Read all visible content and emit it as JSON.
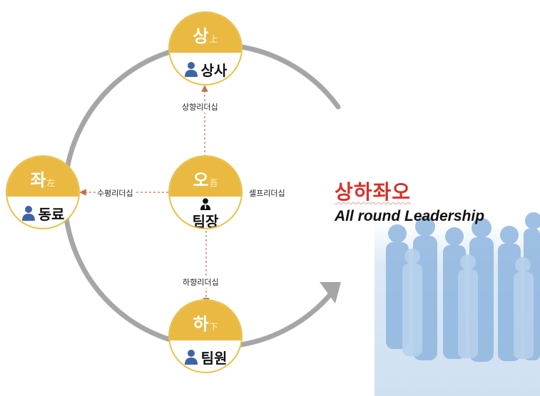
{
  "title": {
    "main": "상하좌오",
    "sub": "All round Leadership"
  },
  "nodes": {
    "up": {
      "head": "상",
      "hanja": "上",
      "label": "상사"
    },
    "left": {
      "head": "좌",
      "hanja": "左",
      "label": "동료"
    },
    "center": {
      "head": "오",
      "hanja": "吾",
      "label": "팀장"
    },
    "down": {
      "head": "하",
      "hanja": "下",
      "label": "팀원"
    }
  },
  "edges": {
    "upward": "상향리더십",
    "horizontal": "수평리더십",
    "self": "셀프리더십",
    "downward": "하향리더십"
  },
  "colors": {
    "node_fill": "#e9b941",
    "ring": "#a6a6a6",
    "dashed": "#c0714a",
    "title": "#d3312a"
  }
}
